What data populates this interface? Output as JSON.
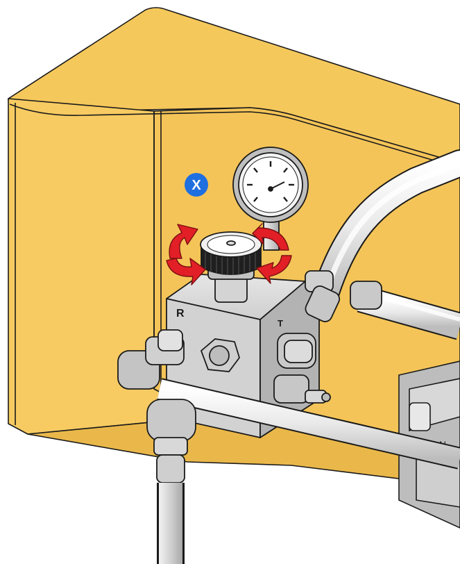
{
  "callout": {
    "label": "X",
    "color": "#1f6fe0"
  },
  "block": {
    "port_r": "R",
    "port_t": "T"
  },
  "colors": {
    "enclosure": "#f5c85c",
    "enclosure_shade": "#eab84a",
    "arrow": "#e21f26",
    "steel": "#c9c9c9",
    "outline": "#1a1a1a"
  },
  "icons": [
    "pressure-gauge-icon",
    "rotate-arrow-icon",
    "adjustment-knob-icon"
  ]
}
